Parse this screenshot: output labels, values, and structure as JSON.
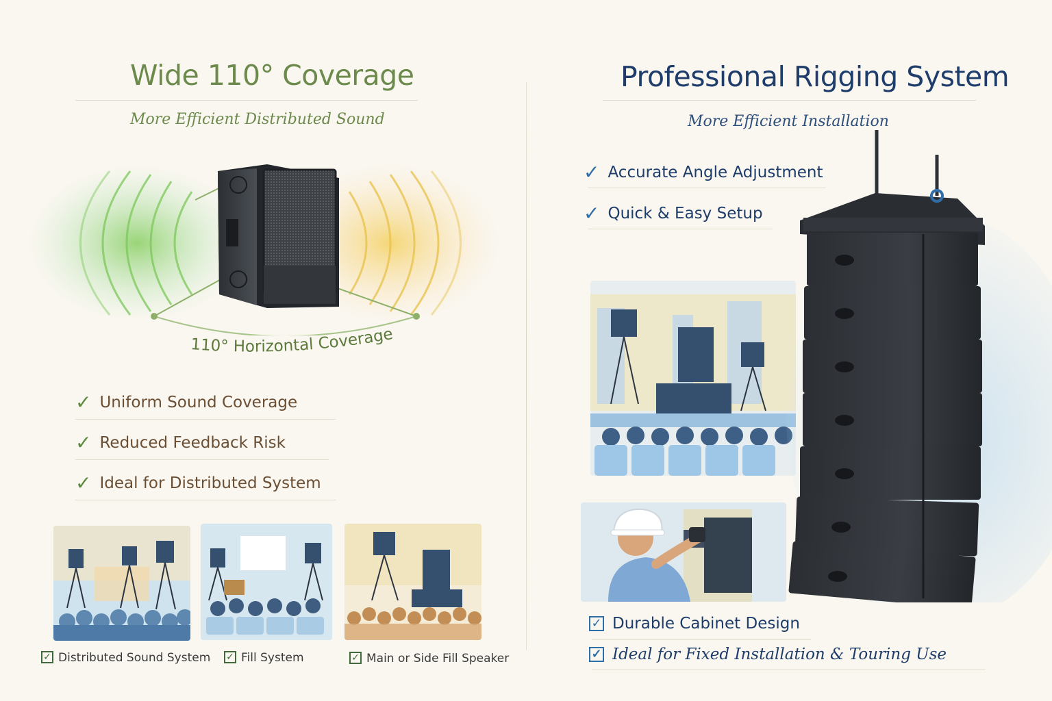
{
  "left": {
    "title": "Wide 110° Coverage",
    "subtitle": "More Efficient Distributed Sound",
    "coverage_caption": "110° Horizontal Coverage",
    "features": [
      "Uniform Sound Coverage",
      "Reduced Feedback Risk",
      "Ideal for Distributed System"
    ],
    "applications": [
      "Distributed Sound System",
      "Fill System",
      "Main or Side Fill Speaker"
    ]
  },
  "right": {
    "title": "Professional Rigging System",
    "subtitle": "More Efficient Installation",
    "top_features": [
      "Accurate Angle Adjustment",
      "Quick & Easy Setup"
    ],
    "bottom_features": [
      "Durable Cabinet Design",
      "Ideal for Fixed Installation & Touring Use"
    ]
  },
  "icons": [
    "check-icon",
    "checkbox-icon",
    "speaker-cabinet",
    "line-array"
  ],
  "colors": {
    "green_title": "#6b8a4c",
    "navy_title": "#1f3d6b",
    "brown_text": "#6b4f35",
    "check_green": "#5c8a3c",
    "check_blue": "#2e6ea8",
    "background": "#faf7f0"
  }
}
